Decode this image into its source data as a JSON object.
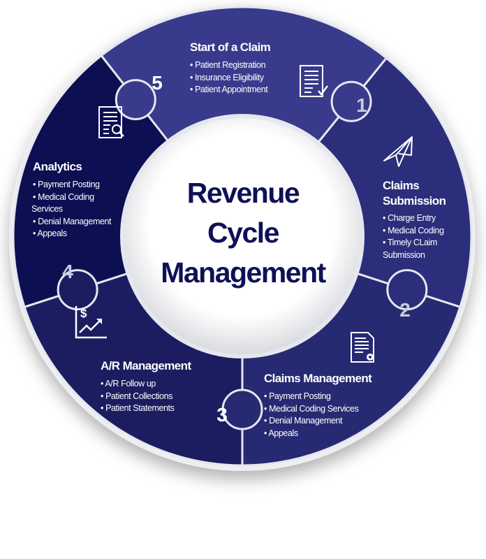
{
  "center_title": {
    "line1": "Revenue",
    "line2": "Cycle",
    "line3": "Management"
  },
  "segments": [
    {
      "number": "1",
      "title": "Start of a Claim",
      "items": [
        "Patient Registration",
        "Insurance Eligibility",
        "Patient Appointment"
      ],
      "icon": "checklist-document-icon",
      "color": "#383b8b"
    },
    {
      "number": "2",
      "title_line1": "Claims",
      "title_line2": "Submission",
      "items": [
        "Charge Entry",
        "Medical Coding",
        "Timely CLaim",
        "Submission"
      ],
      "icon": "paper-plane-icon",
      "color": "#2b2e7a"
    },
    {
      "number": "3",
      "title": "Claims Management",
      "items": [
        "Payment Posting",
        "Medical Coding Services",
        "Denial Management",
        "Appeals"
      ],
      "icon": "document-gear-icon",
      "color": "#262a72"
    },
    {
      "number": "4",
      "title": "A/R Management",
      "items": [
        "A/R Follow up",
        "Patient Collections",
        "Patient Statements"
      ],
      "icon": "dollar-growth-chart-icon",
      "color": "#1b1d60"
    },
    {
      "number": "5",
      "title": "Analytics",
      "items": [
        "Payment Posting",
        "Medical Coding",
        "Services",
        "Denial Management",
        "Appeals"
      ],
      "icon": "document-search-icon",
      "color": "#0c0f52"
    }
  ],
  "colors": {
    "center_text": "#0e1155",
    "border": "#e6e7ee"
  }
}
